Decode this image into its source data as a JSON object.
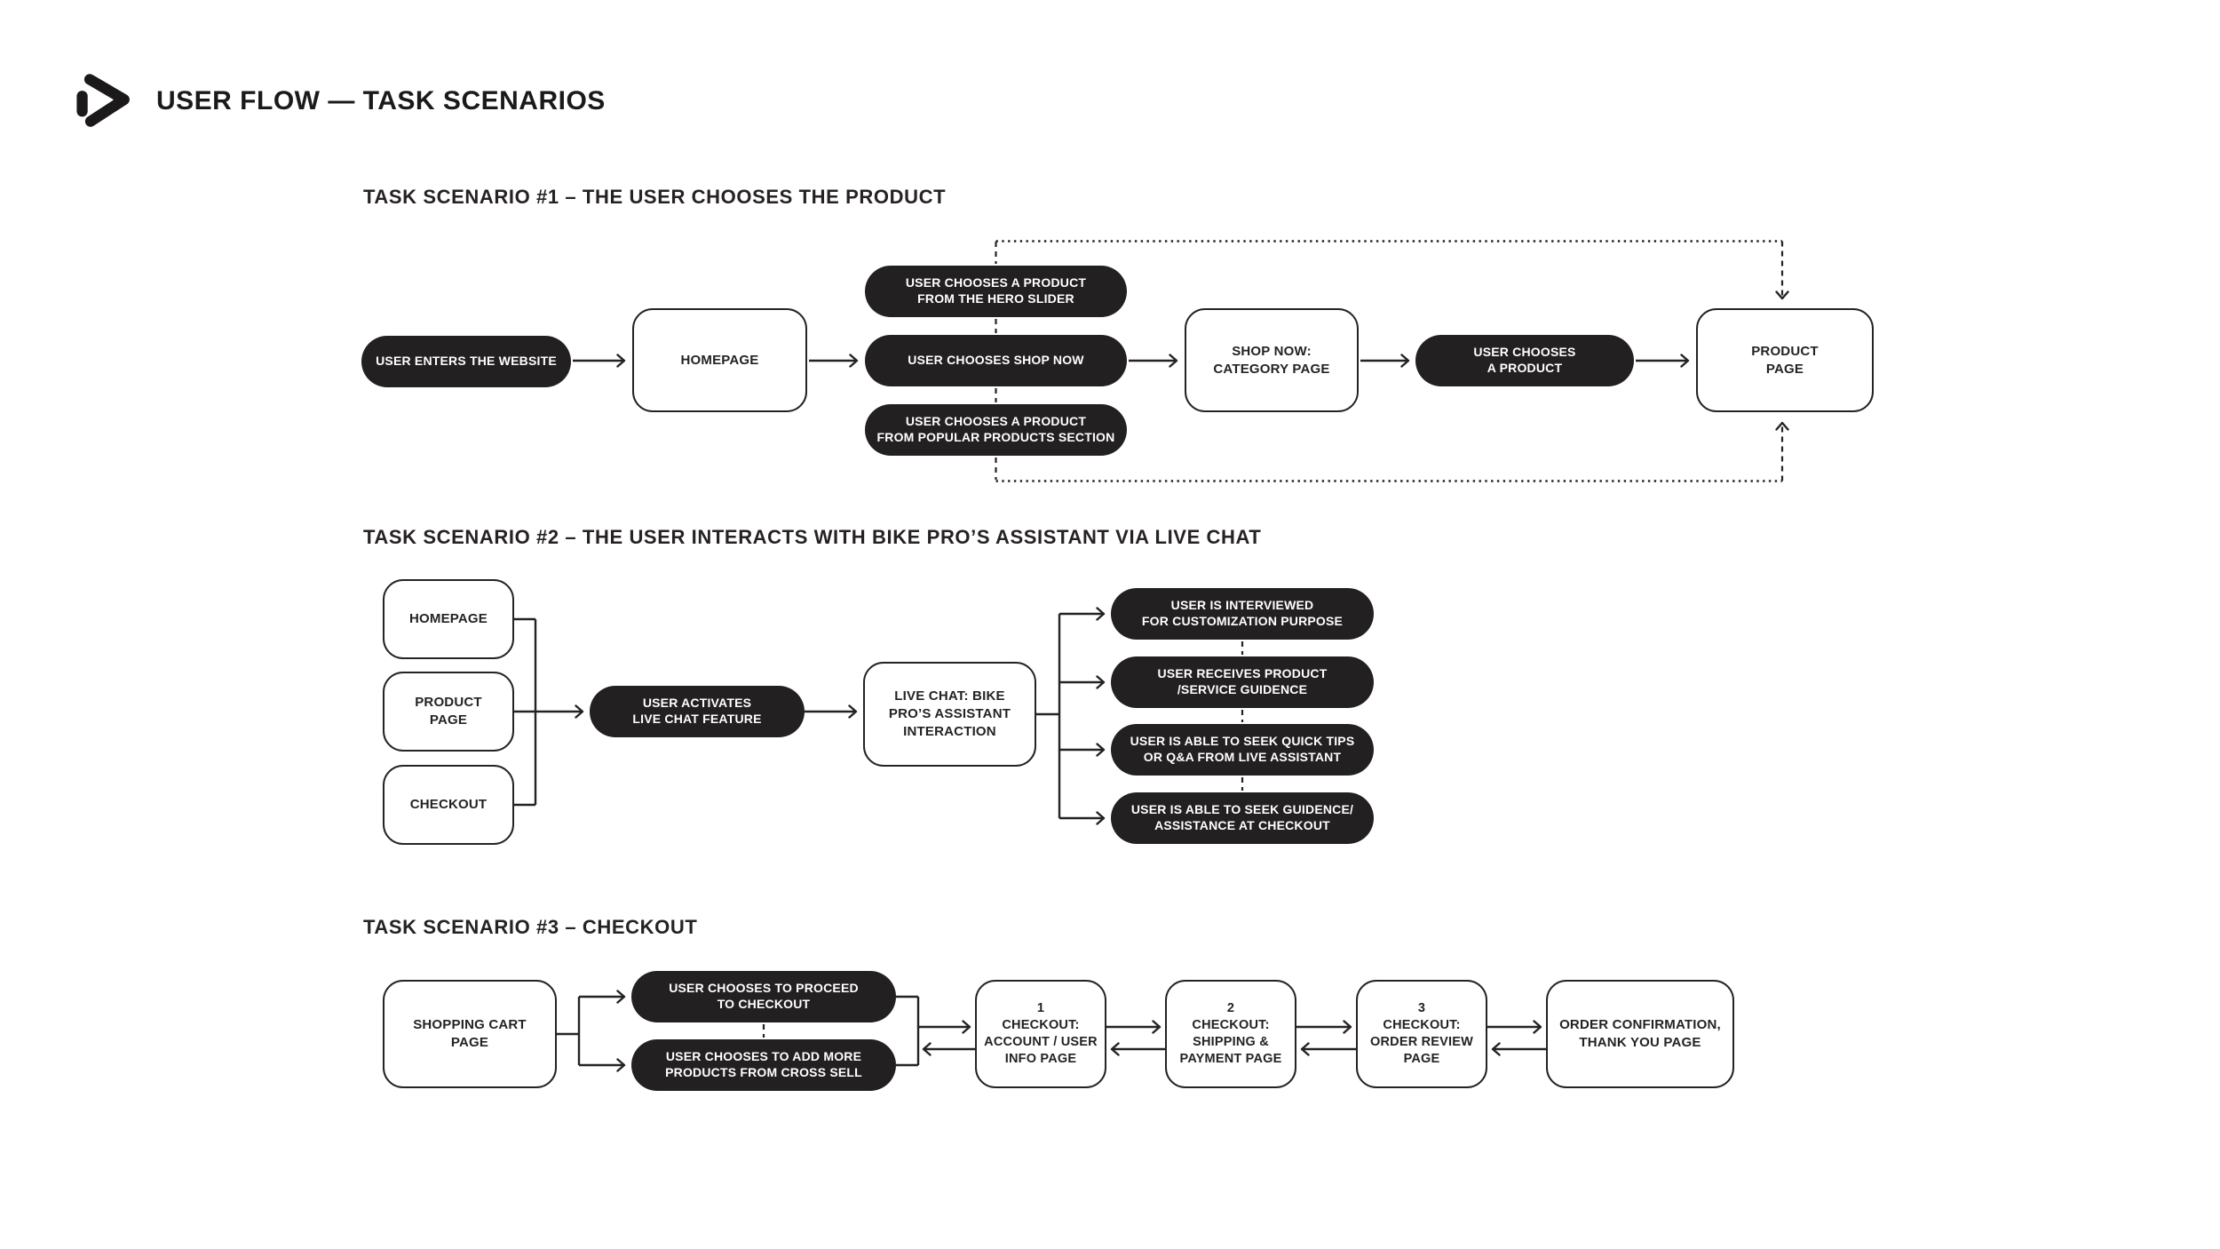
{
  "header": {
    "title": "USER FLOW — TASK SCENARIOS",
    "logo_icon": "play-arrow-icon"
  },
  "colors": {
    "ink": "#262223",
    "pill_background": "#232021",
    "pill_text": "#ffffff",
    "page_background": "#ffffff"
  },
  "scenario1": {
    "heading": "TASK SCENARIO #1 – THE USER CHOOSES THE PRODUCT",
    "nodes": {
      "enter": "USER ENTERS THE WEBSITE",
      "homepage": "HOMEPAGE",
      "hero": "USER CHOOSES A PRODUCT\nFROM THE HERO SLIDER",
      "shop_now": "USER CHOOSES SHOP NOW",
      "popular": "USER CHOOSES A PRODUCT\nFROM POPULAR PRODUCTS SECTION",
      "category": "SHOP NOW:\nCATEGORY PAGE",
      "choose_product": "USER CHOOSES\nA PRODUCT",
      "product_page": "PRODUCT\nPAGE"
    }
  },
  "scenario2": {
    "heading": "TASK SCENARIO #2 – THE USER INTERACTS WITH BIKE PRO’S ASSISTANT VIA LIVE CHAT",
    "nodes": {
      "homepage": "HOMEPAGE",
      "product_page": "PRODUCT\nPAGE",
      "checkout": "CHECKOUT",
      "activate": "USER ACTIVATES\nLIVE CHAT FEATURE",
      "live_chat": "LIVE CHAT: BIKE\nPRO’S ASSISTANT\nINTERACTION",
      "interviewed": "USER IS INTERVIEWED\nFOR CUSTOMIZATION PURPOSE",
      "receives": "USER RECEIVES PRODUCT\n/SERVICE GUIDENCE",
      "quick_tips": "USER IS ABLE TO SEEK QUICK TIPS\nOR Q&A FROM LIVE ASSISTANT",
      "guidance_checkout": "USER IS ABLE TO SEEK  GUIDENCE/\nASSISTANCE AT CHECKOUT"
    }
  },
  "scenario3": {
    "heading": "TASK SCENARIO #3 – CHECKOUT",
    "nodes": {
      "cart": "SHOPPING CART\nPAGE",
      "proceed": "USER CHOOSES TO PROCEED\nTO CHECKOUT",
      "cross_sell": "USER CHOOSES TO ADD MORE\nPRODUCTS FROM CROSS SELL",
      "step1": "1\nCHECKOUT:\nACCOUNT / USER\nINFO PAGE",
      "step2": "2\nCHECKOUT:\nSHIPPING &\nPAYMENT PAGE",
      "step3": "3\nCHECKOUT:\nORDER REVIEW\nPAGE",
      "confirmation": "ORDER CONFIRMATION,\nTHANK YOU PAGE"
    }
  }
}
